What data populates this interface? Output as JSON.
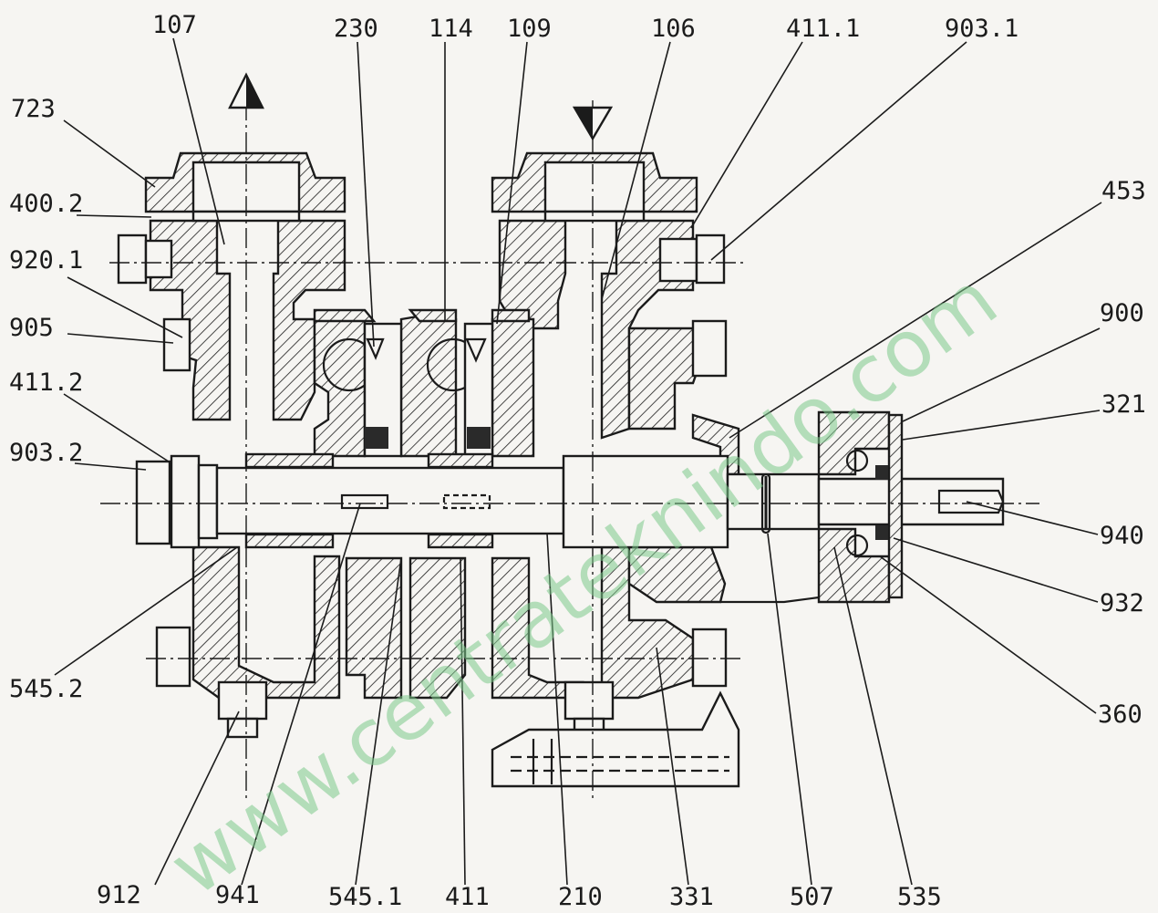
{
  "watermark": "www.centrateknindo.com",
  "part_labels": [
    "107",
    "230",
    "114",
    "109",
    "106",
    "411.1",
    "903.1",
    "723",
    "400.2",
    "453",
    "920.1",
    "905",
    "900",
    "411.2",
    "321",
    "903.2",
    "940",
    "932",
    "545.2",
    "360",
    "912",
    "941",
    "545.1",
    "411",
    "210",
    "331",
    "507",
    "535"
  ],
  "colors": {
    "ink": "#1b1b1b",
    "paper": "#f6f5f2",
    "watermark": "#7cc88a"
  }
}
